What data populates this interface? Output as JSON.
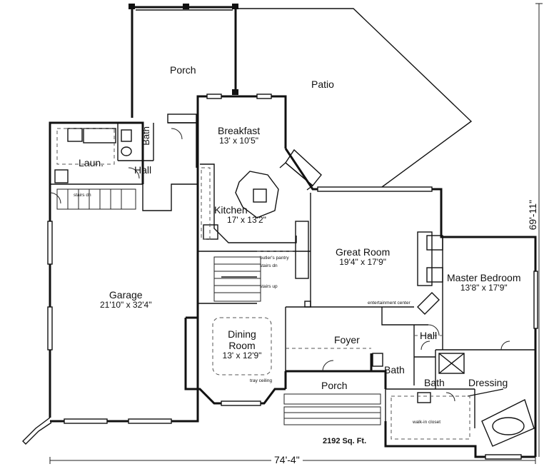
{
  "rooms": {
    "porch_top": {
      "name": "Porch"
    },
    "patio": {
      "name": "Patio"
    },
    "breakfast": {
      "name": "Breakfast",
      "dims": "13' x 10'5\""
    },
    "bath_upper": {
      "name": "Bath"
    },
    "laundry": {
      "name": "Laun."
    },
    "hall_upper": {
      "name": "Hall"
    },
    "kitchen": {
      "name": "Kitchen",
      "dims": "17' x 13'2\""
    },
    "great_room": {
      "name": "Great Room",
      "dims": "19'4\" x 17'9\""
    },
    "master_bedroom": {
      "name": "Master Bedroom",
      "dims": "13'8\" x 17'9\""
    },
    "garage": {
      "name": "Garage",
      "dims": "21'10\" x 32'4\""
    },
    "dining_room": {
      "name": "Dining Room",
      "line1": "Dining",
      "line2": "Room",
      "dims": "13' x 12'9\""
    },
    "foyer": {
      "name": "Foyer"
    },
    "hall_lower": {
      "name": "Hall"
    },
    "bath_foyer": {
      "name": "Bath"
    },
    "bath_master": {
      "name": "Bath"
    },
    "dressing": {
      "name": "Dressing"
    },
    "porch_front": {
      "name": "Porch"
    }
  },
  "notes": {
    "stairs_dn_garage": "stairs dn",
    "butlers_pantry": "butler's pantry",
    "stairs_dn": "stairs dn",
    "stairs_up": "stairs up",
    "entertainment_center": "entertainment center",
    "tray_ceiling": "tray ceiling",
    "walk_in_closet": "walk-in closet"
  },
  "totals": {
    "area": "2192 Sq. Ft."
  },
  "dimensions": {
    "width": "74'-4\"",
    "depth": "69'-11\""
  }
}
